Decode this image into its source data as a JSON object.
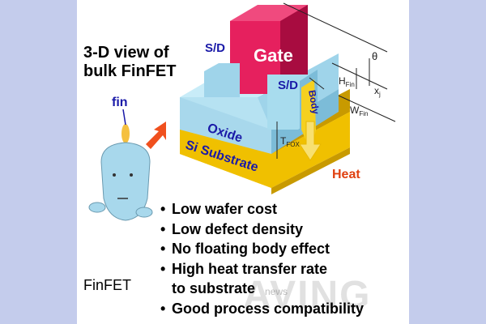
{
  "title_line1": "3-D view of",
  "title_line2": "bulk FinFET",
  "labels": {
    "gate": "Gate",
    "sd_left": "S/D",
    "sd_right": "S/D",
    "body": "Body",
    "oxide": "Oxide",
    "substrate": "Si Substrate",
    "heat": "Heat",
    "fin": "fin",
    "t_fox": "T",
    "t_fox_sub": "FOX",
    "h_fin": "H",
    "h_fin_sub": "Fin",
    "w_fin": "W",
    "w_fin_sub": "Fin",
    "theta": "θ",
    "xj": "x",
    "xj_sub": "j"
  },
  "caption": "FinFET",
  "bullets": [
    {
      "text": "Low wafer cost",
      "bullet": "•"
    },
    {
      "text": "Low defect density",
      "bullet": "•"
    },
    {
      "text": "No floating body effect",
      "bullet": "•"
    },
    {
      "text": "High heat transfer rate",
      "bullet": "•"
    },
    {
      "text": "to substrate",
      "bullet": ""
    },
    {
      "text": "Good process compatibility",
      "bullet": "•"
    }
  ],
  "watermark": "AVING",
  "watermark_small": "news",
  "colors": {
    "background": "#c4ccec",
    "panel": "#ffffff",
    "gate": "#e0185a",
    "oxide": "#a8d8ec",
    "substrate": "#f0c000",
    "arrow": "#f0501e",
    "label_blue": "#1a1aa8"
  }
}
